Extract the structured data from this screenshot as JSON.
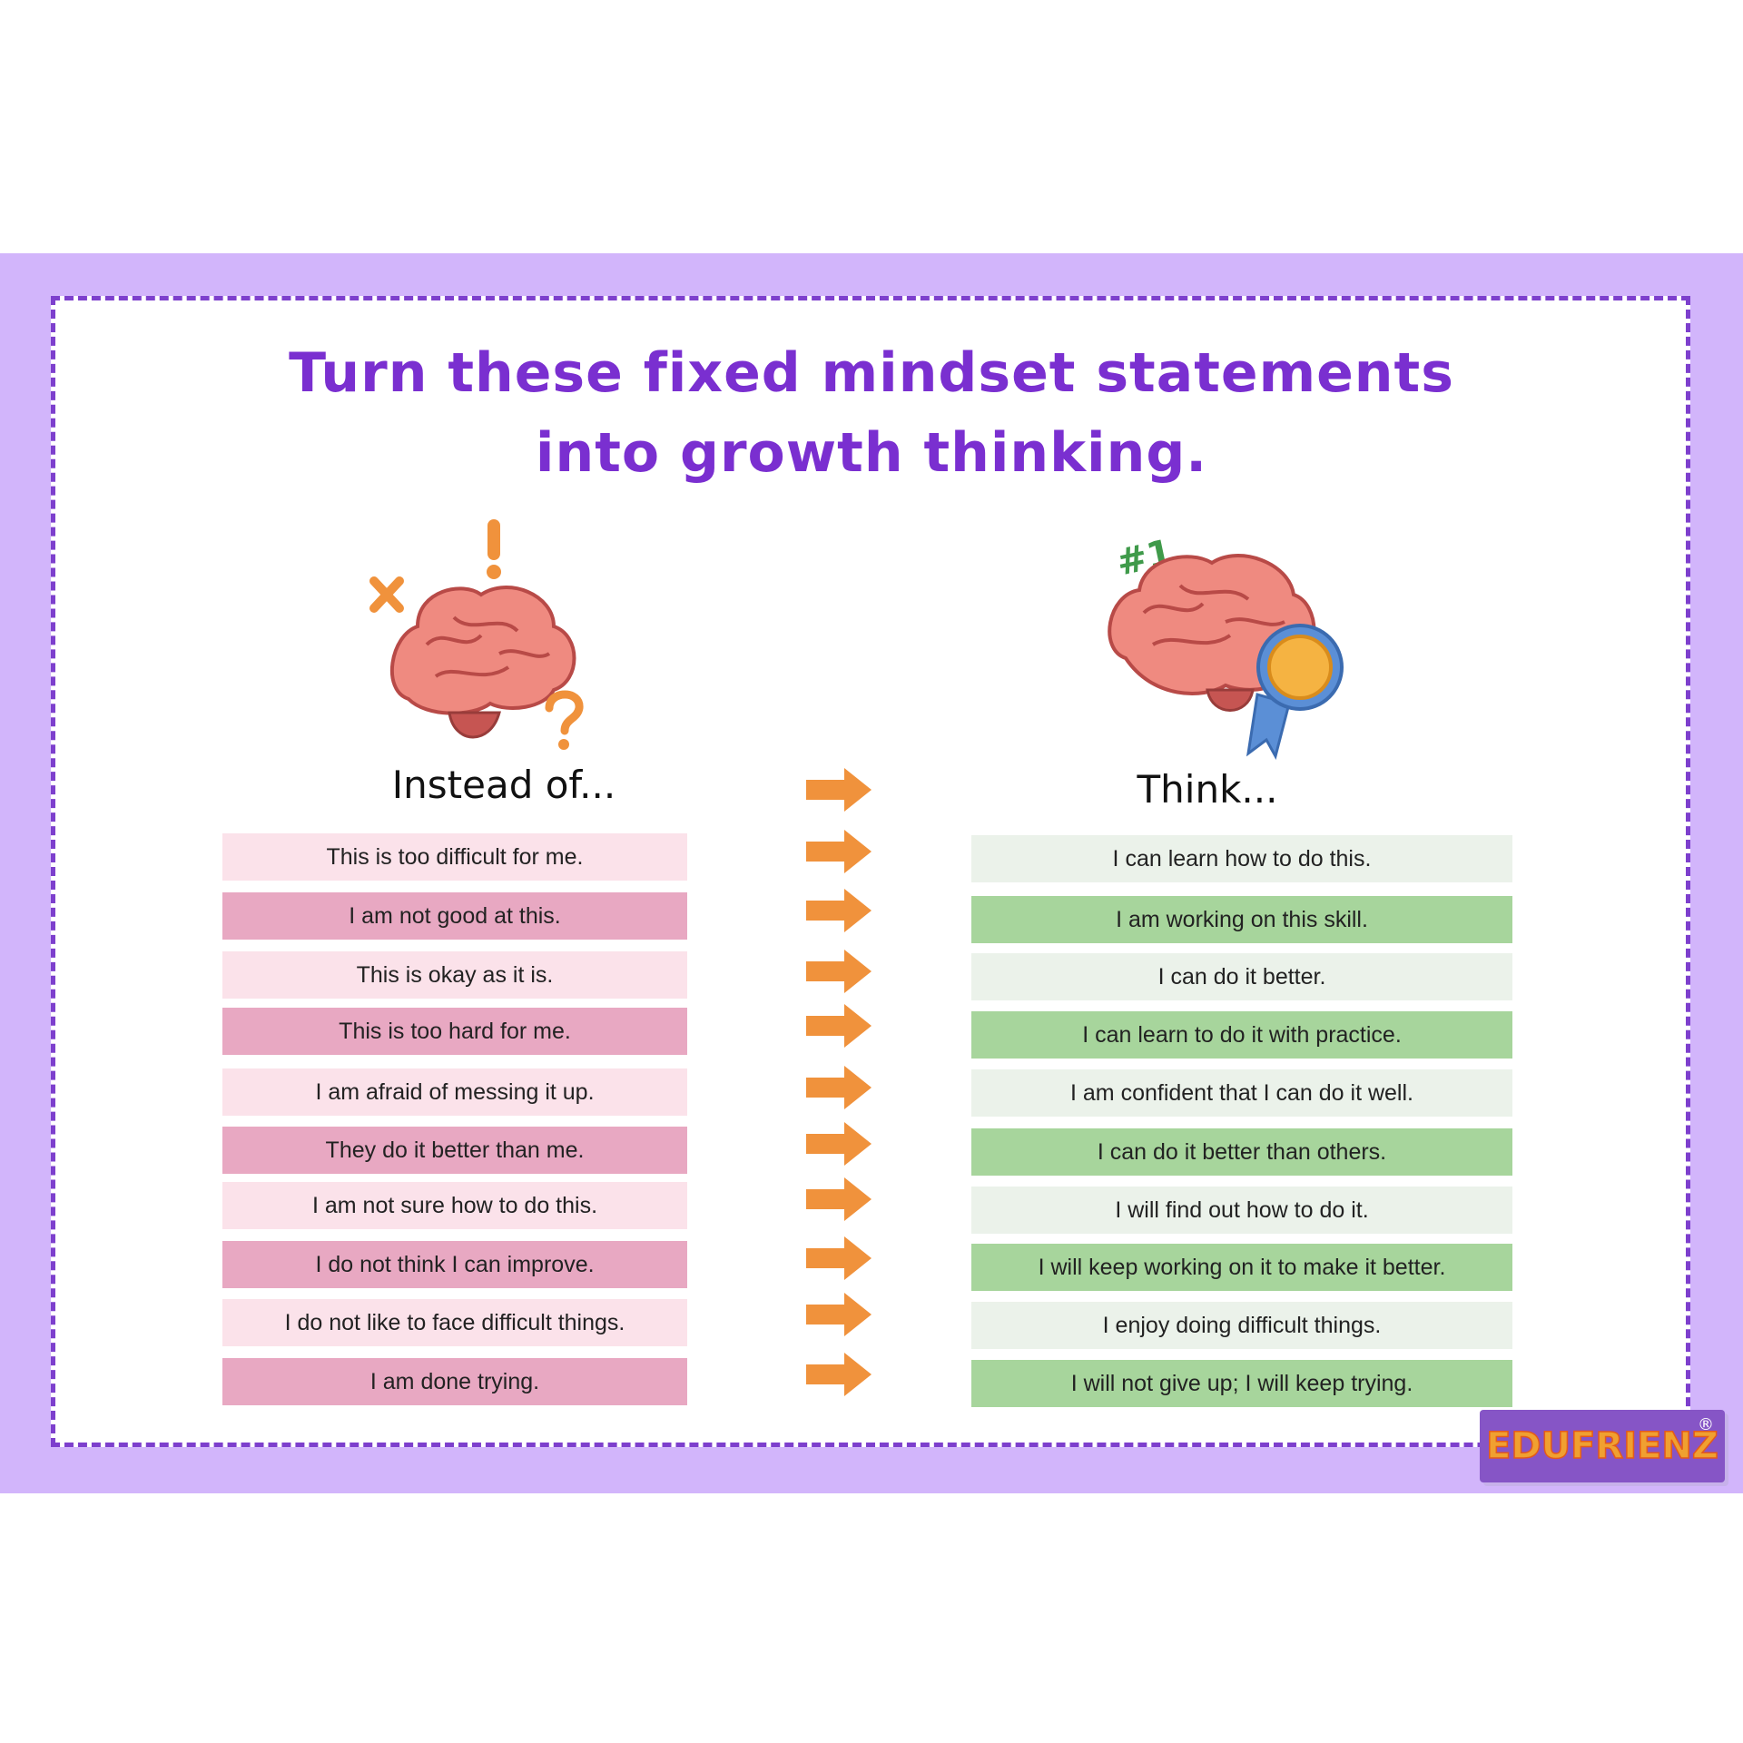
{
  "title_line1": "Turn these fixed mindset statements",
  "title_line2": "into growth thinking.",
  "left_header": "Instead of...",
  "right_header": "Think...",
  "rank_badge": "#1",
  "logo": "EDUFRIENZ",
  "logo_mark": "®",
  "fixed": [
    "This is too difficult for me.",
    "I am not good at this.",
    "This is okay as it is.",
    "This is too hard for me.",
    "I am afraid of messing it up.",
    "They do it better than me.",
    "I am not sure how to do this.",
    "I do not think I can improve.",
    "I do not like to face difficult things.",
    "I am done trying."
  ],
  "growth": [
    "I can learn how to do this.",
    "I am working on this skill.",
    "I can do it better.",
    "I can learn to do it with practice.",
    "I am confident that I can do it well.",
    "I can do it better than others.",
    "I will find out how to do it.",
    "I will keep working on it to make it better.",
    "I enjoy doing difficult things.",
    "I will not give up; I will keep trying."
  ],
  "colors": {
    "frame": "#d2b5fb",
    "border": "#7d3fcd",
    "title": "#7a2fd0",
    "pink_light": "#fbe2ea",
    "pink_dark": "#e8a8c2",
    "green_light": "#ebf2ea",
    "green_dark": "#a7d59c",
    "arrow": "#f0923c"
  }
}
